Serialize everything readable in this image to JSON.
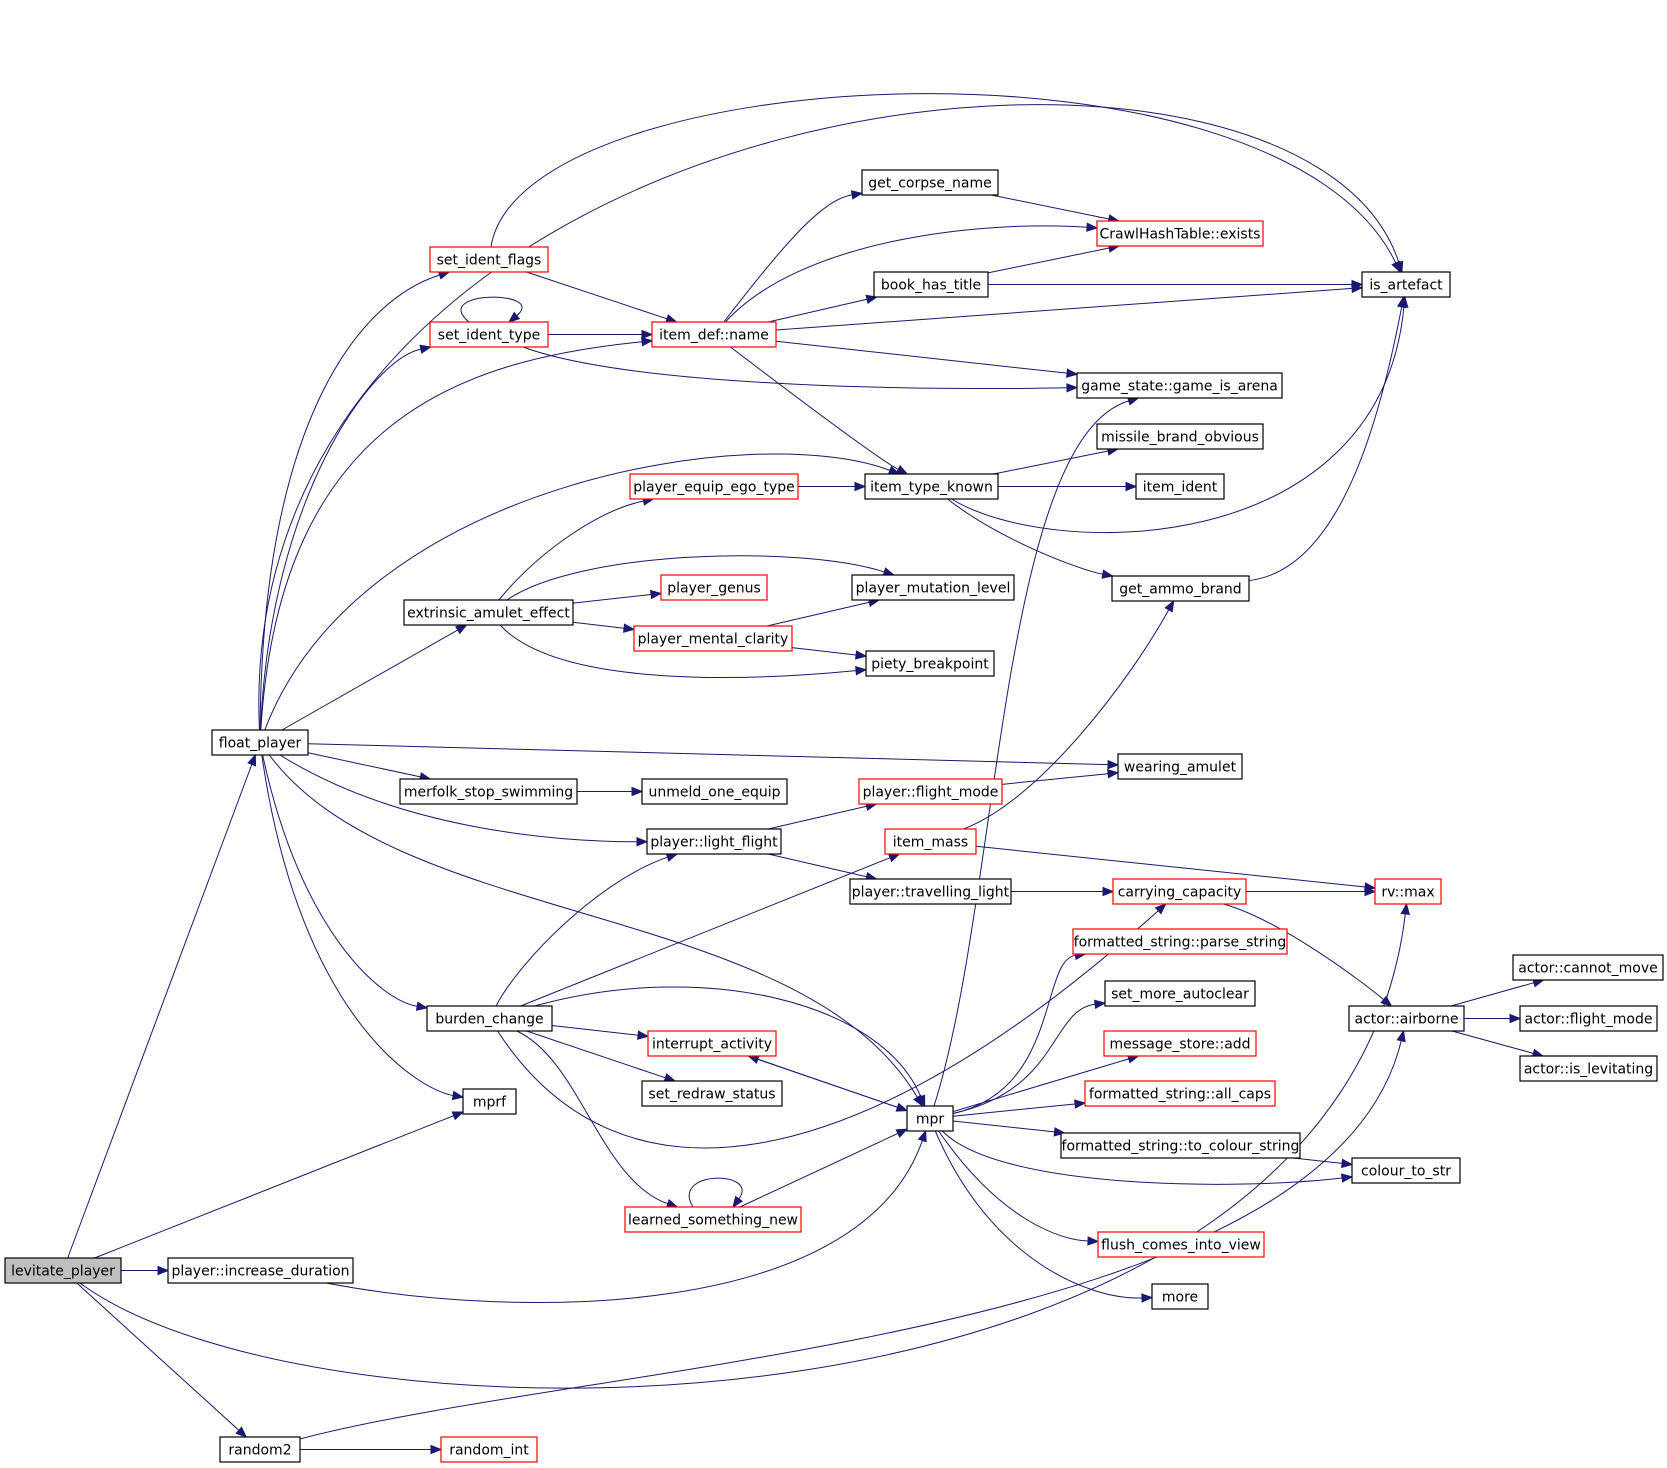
{
  "colors": {
    "edge": "#191970",
    "node_default_border": "#000000",
    "node_truncated_border": "#ff0000",
    "node_root_fill": "#bfbfbf"
  },
  "nodes": {
    "levitate_player": {
      "label": "levitate_player",
      "style": "root"
    },
    "player_increase_duration": {
      "label": "player::increase_duration",
      "style": "plain"
    },
    "random2": {
      "label": "random2",
      "style": "plain"
    },
    "random_int": {
      "label": "random_int",
      "style": "truncated"
    },
    "float_player": {
      "label": "float_player",
      "style": "plain"
    },
    "mprf": {
      "label": "mprf",
      "style": "plain"
    },
    "burden_change": {
      "label": "burden_change",
      "style": "plain"
    },
    "merfolk_stop_swimming": {
      "label": "merfolk_stop_swimming",
      "style": "plain"
    },
    "extrinsic_amulet_effect": {
      "label": "extrinsic_amulet_effect",
      "style": "plain"
    },
    "set_ident_flags": {
      "label": "set_ident_flags",
      "style": "truncated"
    },
    "set_ident_type": {
      "label": "set_ident_type",
      "style": "truncated"
    },
    "item_def_name": {
      "label": "item_def::name",
      "style": "truncated"
    },
    "get_corpse_name": {
      "label": "get_corpse_name",
      "style": "plain"
    },
    "book_has_title": {
      "label": "book_has_title",
      "style": "plain"
    },
    "crawlhashtable_exists": {
      "label": "CrawlHashTable::exists",
      "style": "truncated"
    },
    "is_artefact": {
      "label": "is_artefact",
      "style": "plain"
    },
    "game_is_arena": {
      "label": "game_state::game_is_arena",
      "style": "plain"
    },
    "missile_brand_obvious": {
      "label": "missile_brand_obvious",
      "style": "plain"
    },
    "item_ident": {
      "label": "item_ident",
      "style": "plain"
    },
    "item_type_known": {
      "label": "item_type_known",
      "style": "plain"
    },
    "player_equip_ego_type": {
      "label": "player_equip_ego_type",
      "style": "truncated"
    },
    "player_genus": {
      "label": "player_genus",
      "style": "truncated"
    },
    "player_mutation_level": {
      "label": "player_mutation_level",
      "style": "plain"
    },
    "player_mental_clarity": {
      "label": "player_mental_clarity",
      "style": "truncated"
    },
    "piety_breakpoint": {
      "label": "piety_breakpoint",
      "style": "plain"
    },
    "get_ammo_brand": {
      "label": "get_ammo_brand",
      "style": "plain"
    },
    "wearing_amulet": {
      "label": "wearing_amulet",
      "style": "plain"
    },
    "unmeld_one_equip": {
      "label": "unmeld_one_equip",
      "style": "plain"
    },
    "player_flight_mode": {
      "label": "player::flight_mode",
      "style": "truncated"
    },
    "player_light_flight": {
      "label": "player::light_flight",
      "style": "plain"
    },
    "item_mass": {
      "label": "item_mass",
      "style": "truncated"
    },
    "player_travelling_light": {
      "label": "player::travelling_light",
      "style": "plain"
    },
    "carrying_capacity": {
      "label": "carrying_capacity",
      "style": "truncated"
    },
    "rv_max": {
      "label": "rv::max",
      "style": "truncated"
    },
    "parse_string": {
      "label": "formatted_string::parse_string",
      "style": "truncated"
    },
    "set_more_autoclear": {
      "label": "set_more_autoclear",
      "style": "plain"
    },
    "message_store_add": {
      "label": "message_store::add",
      "style": "truncated"
    },
    "all_caps": {
      "label": "formatted_string::all_caps",
      "style": "truncated"
    },
    "to_colour_string": {
      "label": "formatted_string::to_colour_string",
      "style": "plain"
    },
    "flush_comes_into_view": {
      "label": "flush_comes_into_view",
      "style": "truncated"
    },
    "more": {
      "label": "more",
      "style": "plain"
    },
    "interrupt_activity": {
      "label": "interrupt_activity",
      "style": "truncated"
    },
    "set_redraw_status": {
      "label": "set_redraw_status",
      "style": "plain"
    },
    "learned_something_new": {
      "label": "learned_something_new",
      "style": "truncated"
    },
    "mpr": {
      "label": "mpr",
      "style": "plain"
    },
    "actor_airborne": {
      "label": "actor::airborne",
      "style": "plain"
    },
    "actor_cannot_move": {
      "label": "actor::cannot_move",
      "style": "plain"
    },
    "actor_flight_mode": {
      "label": "actor::flight_mode",
      "style": "plain"
    },
    "actor_is_levitating": {
      "label": "actor::is_levitating",
      "style": "plain"
    },
    "colour_to_str": {
      "label": "colour_to_str",
      "style": "plain"
    }
  },
  "edges": [
    [
      "levitate_player",
      "float_player"
    ],
    [
      "levitate_player",
      "mprf"
    ],
    [
      "levitate_player",
      "player_increase_duration"
    ],
    [
      "levitate_player",
      "random2"
    ],
    [
      "levitate_player",
      "rv_max"
    ],
    [
      "player_increase_duration",
      "mpr"
    ],
    [
      "random2",
      "random_int"
    ],
    [
      "random2",
      "actor_airborne"
    ],
    [
      "float_player",
      "set_ident_flags"
    ],
    [
      "float_player",
      "set_ident_type"
    ],
    [
      "float_player",
      "item_def_name"
    ],
    [
      "float_player",
      "is_artefact"
    ],
    [
      "float_player",
      "item_type_known"
    ],
    [
      "float_player",
      "extrinsic_amulet_effect"
    ],
    [
      "float_player",
      "wearing_amulet"
    ],
    [
      "float_player",
      "merfolk_stop_swimming"
    ],
    [
      "float_player",
      "player_light_flight"
    ],
    [
      "float_player",
      "burden_change"
    ],
    [
      "float_player",
      "mprf"
    ],
    [
      "float_player",
      "mpr"
    ],
    [
      "set_ident_flags",
      "item_def_name"
    ],
    [
      "set_ident_flags",
      "is_artefact"
    ],
    [
      "set_ident_type",
      "set_ident_type"
    ],
    [
      "set_ident_type",
      "item_def_name"
    ],
    [
      "set_ident_type",
      "game_is_arena"
    ],
    [
      "item_def_name",
      "get_corpse_name"
    ],
    [
      "item_def_name",
      "crawlhashtable_exists"
    ],
    [
      "item_def_name",
      "book_has_title"
    ],
    [
      "item_def_name",
      "is_artefact"
    ],
    [
      "item_def_name",
      "game_is_arena"
    ],
    [
      "item_def_name",
      "item_type_known"
    ],
    [
      "get_corpse_name",
      "crawlhashtable_exists"
    ],
    [
      "book_has_title",
      "crawlhashtable_exists"
    ],
    [
      "book_has_title",
      "is_artefact"
    ],
    [
      "item_type_known",
      "missile_brand_obvious"
    ],
    [
      "item_type_known",
      "item_ident"
    ],
    [
      "item_type_known",
      "is_artefact"
    ],
    [
      "item_type_known",
      "get_ammo_brand"
    ],
    [
      "get_ammo_brand",
      "is_artefact"
    ],
    [
      "player_equip_ego_type",
      "item_type_known"
    ],
    [
      "extrinsic_amulet_effect",
      "player_equip_ego_type"
    ],
    [
      "extrinsic_amulet_effect",
      "player_genus"
    ],
    [
      "extrinsic_amulet_effect",
      "player_mutation_level"
    ],
    [
      "extrinsic_amulet_effect",
      "player_mental_clarity"
    ],
    [
      "extrinsic_amulet_effect",
      "piety_breakpoint"
    ],
    [
      "player_mental_clarity",
      "player_mutation_level"
    ],
    [
      "player_mental_clarity",
      "piety_breakpoint"
    ],
    [
      "merfolk_stop_swimming",
      "unmeld_one_equip"
    ],
    [
      "player_light_flight",
      "player_flight_mode"
    ],
    [
      "player_light_flight",
      "player_travelling_light"
    ],
    [
      "player_flight_mode",
      "wearing_amulet"
    ],
    [
      "player_travelling_light",
      "carrying_capacity"
    ],
    [
      "item_mass",
      "rv_max"
    ],
    [
      "item_mass",
      "get_ammo_brand"
    ],
    [
      "carrying_capacity",
      "rv_max"
    ],
    [
      "carrying_capacity",
      "actor_airborne"
    ],
    [
      "burden_change",
      "player_light_flight"
    ],
    [
      "burden_change",
      "item_mass"
    ],
    [
      "burden_change",
      "interrupt_activity"
    ],
    [
      "burden_change",
      "set_redraw_status"
    ],
    [
      "burden_change",
      "learned_something_new"
    ],
    [
      "burden_change",
      "carrying_capacity"
    ],
    [
      "burden_change",
      "mpr"
    ],
    [
      "interrupt_activity",
      "mpr"
    ],
    [
      "learned_something_new",
      "learned_something_new"
    ],
    [
      "learned_something_new",
      "mpr"
    ],
    [
      "mpr",
      "interrupt_activity"
    ],
    [
      "mpr",
      "game_is_arena"
    ],
    [
      "mpr",
      "parse_string"
    ],
    [
      "mpr",
      "set_more_autoclear"
    ],
    [
      "mpr",
      "message_store_add"
    ],
    [
      "mpr",
      "all_caps"
    ],
    [
      "mpr",
      "to_colour_string"
    ],
    [
      "mpr",
      "colour_to_str"
    ],
    [
      "mpr",
      "flush_comes_into_view"
    ],
    [
      "mpr",
      "more"
    ],
    [
      "to_colour_string",
      "colour_to_str"
    ],
    [
      "actor_airborne",
      "actor_cannot_move"
    ],
    [
      "actor_airborne",
      "actor_flight_mode"
    ],
    [
      "actor_airborne",
      "actor_is_levitating"
    ]
  ]
}
